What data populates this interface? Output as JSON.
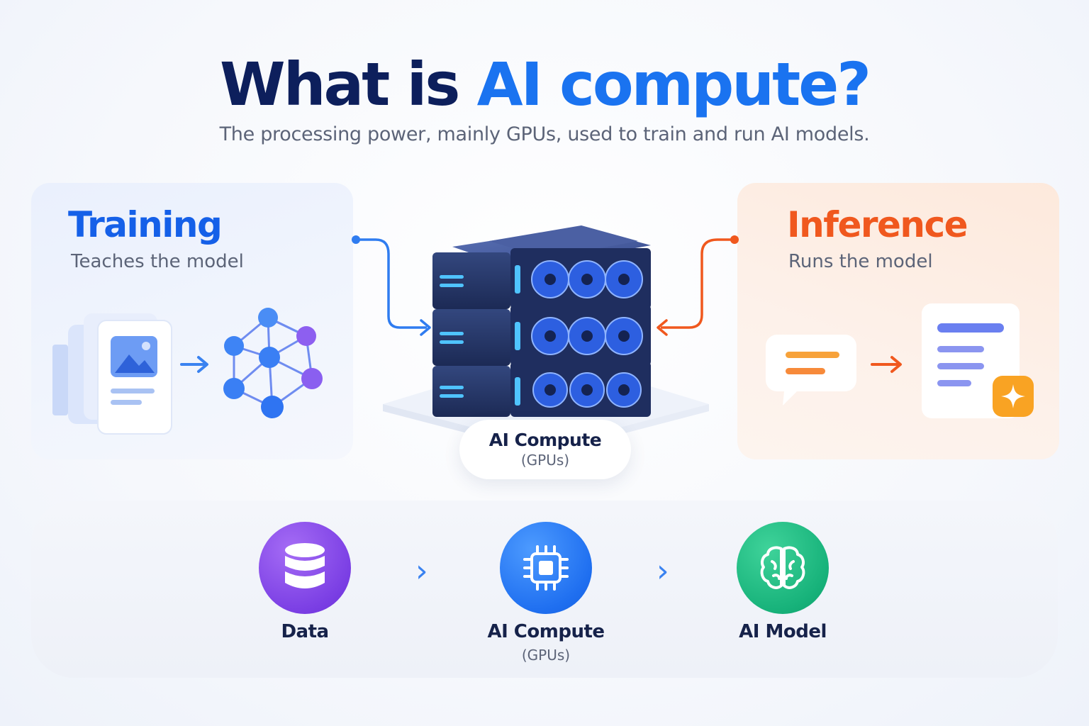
{
  "title": {
    "part1": "What is ",
    "part2": "AI compute?"
  },
  "subtitle": "The processing power, mainly GPUs, used to train and run AI models.",
  "training": {
    "title": "Training",
    "subtitle": "Teaches the model"
  },
  "inference": {
    "title": "Inference",
    "subtitle": "Runs the model"
  },
  "center": {
    "label": "AI Compute",
    "sublabel": "(GPUs)"
  },
  "flow": [
    {
      "label": "Data",
      "sublabel": ""
    },
    {
      "label": "AI Compute",
      "sublabel": "(GPUs)"
    },
    {
      "label": "AI Model",
      "sublabel": ""
    }
  ],
  "colors": {
    "navy": "#0d1f5c",
    "accent_blue": "#1a73f0",
    "training_blue": "#1560e8",
    "inference_orange": "#f0581e",
    "data_purple": "#7b3fe4",
    "model_green": "#17b27a"
  },
  "icons": {
    "training": [
      "document-image-stack-icon",
      "arrow-right-icon",
      "neural-network-icon"
    ],
    "inference": [
      "chat-bubble-icon",
      "arrow-right-icon",
      "document-output-icon",
      "sparkle-icon"
    ],
    "flow": [
      "database-icon",
      "chip-icon",
      "brain-icon"
    ]
  }
}
